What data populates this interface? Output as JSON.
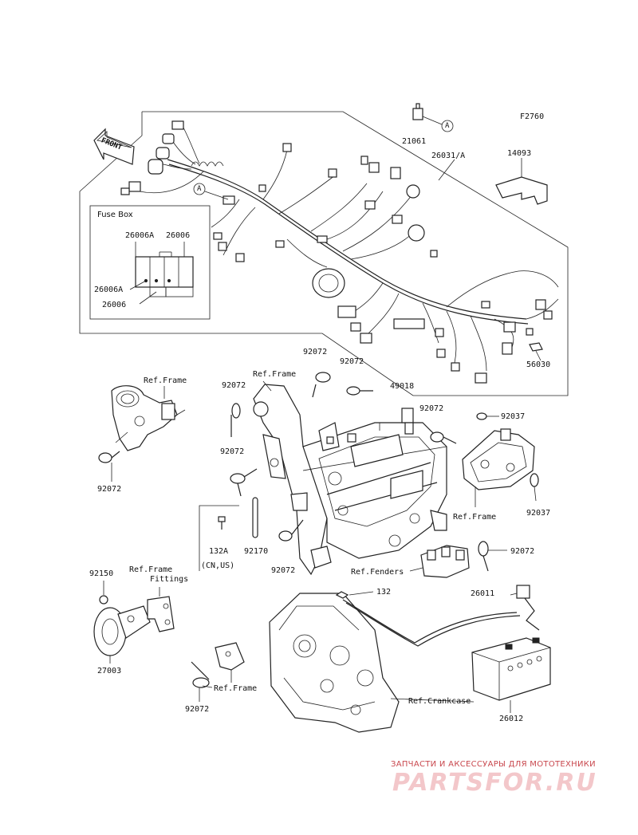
{
  "diagram_code": "F2760",
  "front_label": "FRONT",
  "callout_letter": "A",
  "fuse_box": {
    "title": "Fuse Box",
    "parts": {
      "p26006A_top": "26006A",
      "p26006_top": "26006",
      "p26006A_left": "26006A",
      "p26006_bottom": "26006"
    }
  },
  "parts": {
    "p21061": "21061",
    "p26031A": "26031/A",
    "p14093": "14093",
    "p56030": "56030",
    "p92072_a": "92072",
    "p92072_b": "92072",
    "p92072_c": "92072",
    "p92072_d": "92072",
    "p92072_e": "92072",
    "p92072_f": "92072",
    "p92072_g": "92072",
    "p92072_h": "92072",
    "p92072_i": "92072",
    "p49018": "49018",
    "p92037_a": "92037",
    "p92037_b": "92037",
    "p132A": "132A",
    "p132A_note": "(CN,US)",
    "p92170": "92170",
    "p92150": "92150",
    "p27003": "27003",
    "p132": "132",
    "p26011": "26011",
    "p26012": "26012"
  },
  "refs": {
    "frame_1": "Ref.Frame",
    "frame_2": "Ref.Frame",
    "frame_3": "Ref.Frame",
    "frame_4": "Ref.Frame",
    "frame_fittings_1": "Ref.Frame",
    "frame_fittings_2": "Fittings",
    "fenders": "Ref.Fenders",
    "crankcase": "Ref.Crankcase"
  },
  "watermark": {
    "tagline": "ЗАПЧАСТИ И АКСЕССУАРЫ ДЛЯ МОТОТЕХНИКИ",
    "logo": "PARTSFOR.RU"
  }
}
